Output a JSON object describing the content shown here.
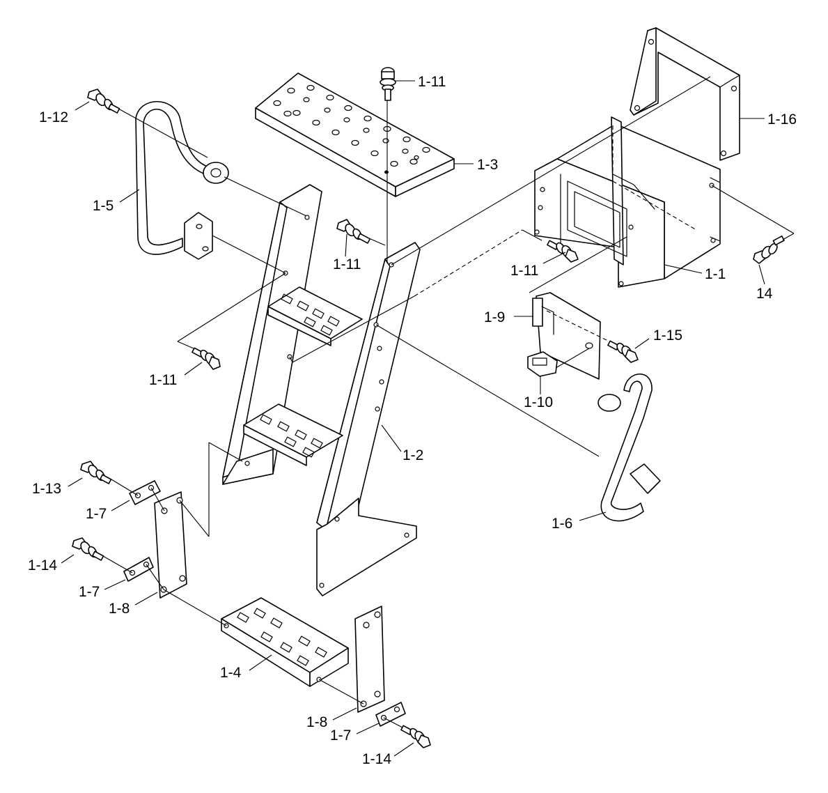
{
  "labels": {
    "l_1_1": "1-1",
    "l_1_2": "1-2",
    "l_1_3": "1-3",
    "l_1_4": "1-4",
    "l_1_5": "1-5",
    "l_1_6": "1-6",
    "l_1_7_a": "1-7",
    "l_1_7_b": "1-7",
    "l_1_7_c": "1-7",
    "l_1_8_a": "1-8",
    "l_1_8_b": "1-8",
    "l_1_9": "1-9",
    "l_1_10": "1-10",
    "l_1_11_a": "1-11",
    "l_1_11_b": "1-11",
    "l_1_11_c": "1-11",
    "l_1_11_d": "1-11",
    "l_1_12": "1-12",
    "l_1_13": "1-13",
    "l_1_14_a": "1-14",
    "l_1_14_b": "1-14",
    "l_1_15": "1-15",
    "l_1_16": "1-16",
    "l_14": "14"
  }
}
